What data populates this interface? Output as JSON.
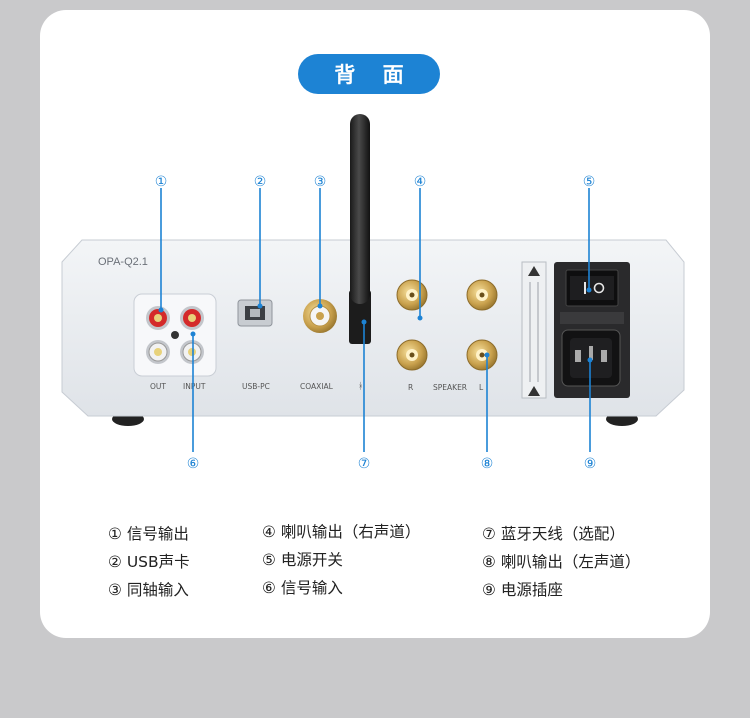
{
  "header": {
    "title": "背 面"
  },
  "device": {
    "model_label": "OPA-Q2.1",
    "port_labels": {
      "out": "OUT",
      "input": "INPUT",
      "usb": "USB-PC",
      "coaxial": "COAXIAL",
      "bt": "ᚼ",
      "r": "R",
      "speaker": "SPEAKER",
      "l": "L"
    },
    "callouts": [
      "①",
      "②",
      "③",
      "④",
      "⑤",
      "⑥",
      "⑦",
      "⑧",
      "⑨"
    ]
  },
  "legend": {
    "col1": [
      "① 信号输出",
      "② USB声卡",
      "③ 同轴输入"
    ],
    "col2": [
      "④ 喇叭输出（右声道）",
      "⑤ 电源开关",
      "⑥ 信号输入"
    ],
    "col3": [
      "⑦ 蓝牙天线（选配）",
      "⑧ 喇叭输出（左声道）",
      "⑨ 电源插座"
    ]
  },
  "colors": {
    "accent": "#1d83d4",
    "panel": "#e8ebef",
    "card": "#ffffff",
    "bg": "#c9c9cb"
  }
}
